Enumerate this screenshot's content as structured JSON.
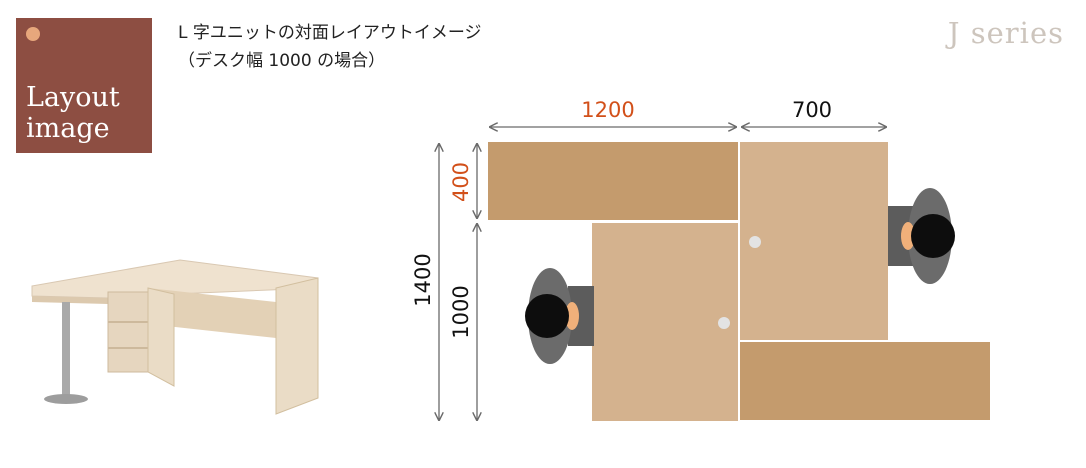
{
  "badge": {
    "line1": "Layout",
    "line2": "image"
  },
  "caption": {
    "line1": "L 字ユニットの対面レイアウトイメージ",
    "line2": "（デスク幅 1000 の場合）"
  },
  "series": "J series",
  "dimensions": {
    "width_main": "1200",
    "width_return": "700",
    "depth_main": "400",
    "total_height": "1400",
    "desk_height": "1000"
  },
  "colors": {
    "badge": "#8d4e42",
    "desk_dark": "#c49b6d",
    "desk_light": "#d4b28e",
    "accent_dim": "#d2501a",
    "person": "#5a5a5a"
  }
}
